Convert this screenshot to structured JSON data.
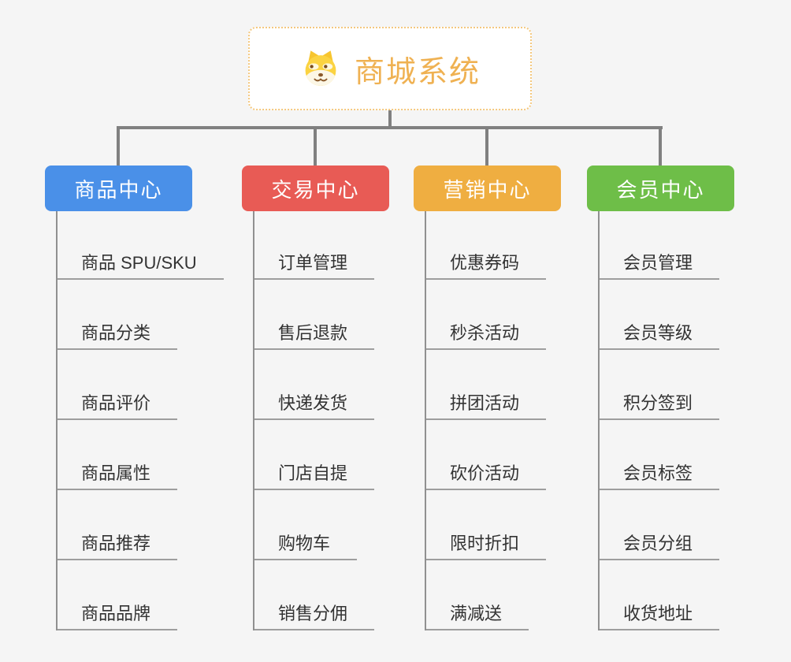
{
  "root": {
    "title": "商城系统",
    "icon": "doge-icon"
  },
  "branches": [
    {
      "label": "商品中心",
      "color": "#4A90E8",
      "items": [
        "商品 SPU/SKU",
        "商品分类",
        "商品评价",
        "商品属性",
        "商品推荐",
        "商品品牌"
      ]
    },
    {
      "label": "交易中心",
      "color": "#E85B55",
      "items": [
        "订单管理",
        "售后退款",
        "快递发货",
        "门店自提",
        "购物车",
        "销售分佣"
      ]
    },
    {
      "label": "营销中心",
      "color": "#EFAE41",
      "items": [
        "优惠券码",
        "秒杀活动",
        "拼团活动",
        "砍价活动",
        "限时折扣",
        "满减送"
      ]
    },
    {
      "label": "会员中心",
      "color": "#6EBE48",
      "items": [
        "会员管理",
        "会员等级",
        "积分签到",
        "会员标签",
        "会员分组",
        "收货地址"
      ]
    }
  ],
  "colors": {
    "background": "#F5F5F5",
    "connector": "#808080",
    "trunk_line": "#909090",
    "leaf_underline": "#9E9E9E",
    "leaf_text": "#333333",
    "root_accent": "#EFB152",
    "root_border": "#F4C87E",
    "doge_yellow": "#FBD341"
  }
}
